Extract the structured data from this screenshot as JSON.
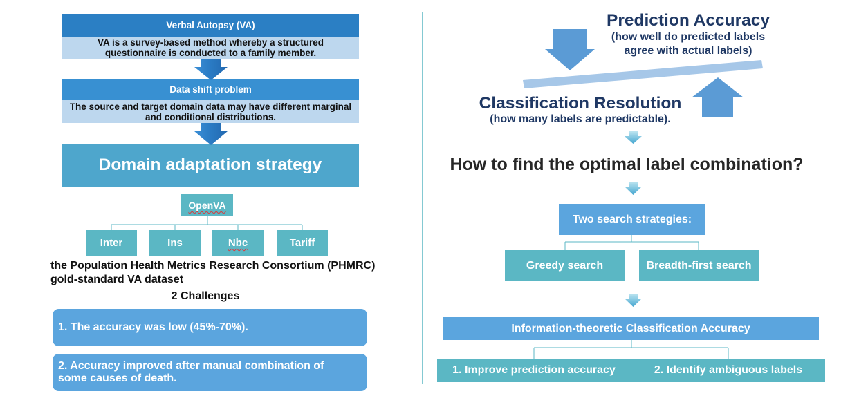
{
  "left": {
    "verbal_autopsy": {
      "title": "Verbal Autopsy (VA)",
      "description_lines": [
        "VA is a survey-based method whereby a structured",
        "questionnaire is conducted to a family member."
      ]
    },
    "data_shift": {
      "title": "Data shift problem",
      "description_lines": [
        "The source and target domain data may have different marginal",
        "and conditional distributions."
      ]
    },
    "strategy": "Domain adaptation strategy",
    "toolkit": "OpenVA",
    "methods": [
      "Inter",
      "Ins",
      "Nbc",
      "Tariff"
    ],
    "dataset_lines": [
      "the Population Health Metrics Research Consortium (PHMRC)",
      "gold-standard VA dataset"
    ],
    "challenges_title": "2 Challenges",
    "challenges": [
      {
        "lines": [
          "1. The accuracy was low (45%-70%)."
        ]
      },
      {
        "lines": [
          "2. Accuracy improved after manual combination of",
          "some causes of death."
        ]
      }
    ]
  },
  "right": {
    "prediction_accuracy": {
      "title": "Prediction Accuracy",
      "subtitle_lines": [
        "(how well do predicted labels",
        "agree with actual labels)"
      ]
    },
    "classification_resolution": {
      "title": "Classification Resolution",
      "subtitle": "(how many labels are predictable)."
    },
    "question": "How to find the optimal label combination?",
    "search_title": "Two search strategies:",
    "search_strategies": [
      "Greedy search",
      "Breadth-first search"
    ],
    "measure": "Information-theoretic Classification Accuracy",
    "outcomes": [
      "1. Improve prediction accuracy",
      "2. Identify ambiguous labels"
    ]
  },
  "colors": {
    "header_blue": "#2B7FC4",
    "subheader_blue": "#3890D2",
    "light_blue": "#BDD7EE",
    "steel_teal": "#4EA6CC",
    "teal": "#5BB7C4",
    "sky_blue": "#5BA5DE",
    "navy_text": "#1F3864",
    "arrow_blue": "#5B9BD5",
    "balance_bar": "#A6C7E8"
  }
}
